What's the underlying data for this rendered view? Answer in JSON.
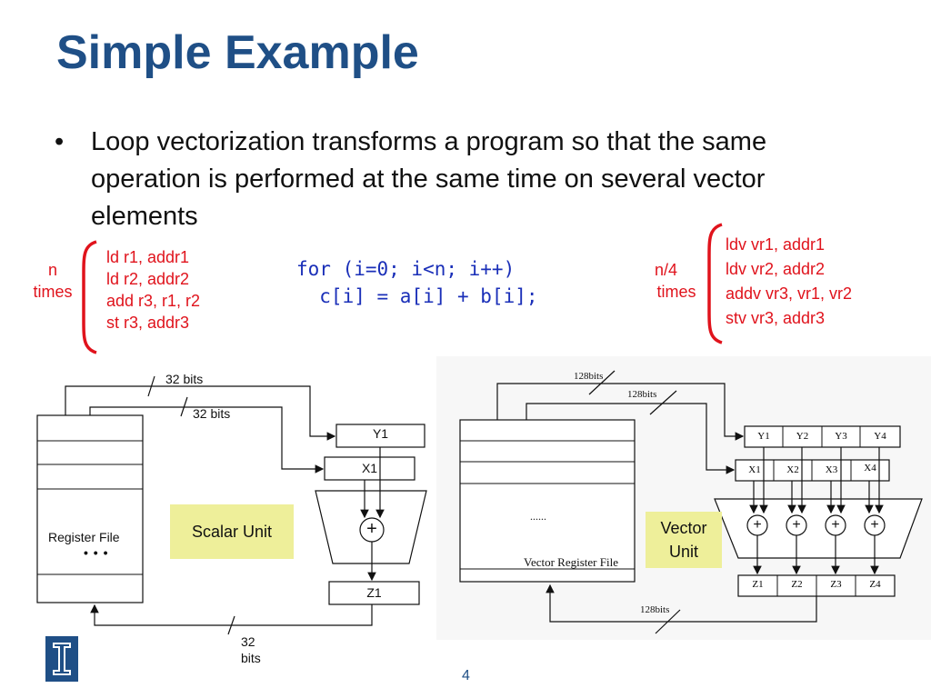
{
  "title": "Simple Example",
  "bullet": {
    "marker": "•",
    "text": "Loop vectorization transforms a program so that the same operation is performed at the same time on several vector elements"
  },
  "scalar_code": {
    "times_line1": "n",
    "times_line2": "times",
    "lines": [
      "ld r1, addr1",
      "ld r2, addr2",
      "add r3, r1, r2",
      "st r3, addr3"
    ]
  },
  "loop_code": {
    "line1": "for (i=0; i<n; i++)",
    "line2": "  c[i] = a[i] + b[i];"
  },
  "vector_code": {
    "times_line1": "n/4",
    "times_line2": "times",
    "lines": [
      "ldv vr1, addr1",
      "ldv vr2, addr2",
      "addv vr3, vr1, vr2",
      "stv vr3, addr3"
    ]
  },
  "scalar_diagram": {
    "bits_top1": "32 bits",
    "bits_top2": "32 bits",
    "bits_bottom_line1": "32",
    "bits_bottom_line2": "bits",
    "register_file_label": "Register File",
    "register_dots": "• • •",
    "y_label": "Y1",
    "x_label": "X1",
    "z_label": "Z1",
    "adder_symbol": "+",
    "unit_label": "Scalar Unit"
  },
  "vector_diagram": {
    "bits_top1": "128bits",
    "bits_top2": "128bits",
    "bits_bottom": "128bits",
    "register_dots": "......",
    "register_file_label": "Vector Register File",
    "y_labels": [
      "Y1",
      "Y2",
      "Y3",
      "Y4"
    ],
    "x_labels": [
      "X1",
      "X2",
      "X3",
      "X4"
    ],
    "z_labels": [
      "Z1",
      "Z2",
      "Z3",
      "Z4"
    ],
    "adder_symbol": "+",
    "unit_label_line1": "Vector",
    "unit_label_line2": "Unit"
  },
  "logo_icon": "illinois-i-logo",
  "page_number": "4",
  "colors": {
    "title": "#1f4f86",
    "annotation_red": "#e0131c",
    "code_blue": "#1a2fb8",
    "unit_highlight": "#eeef9a",
    "logo_blue": "#1f4f86"
  }
}
